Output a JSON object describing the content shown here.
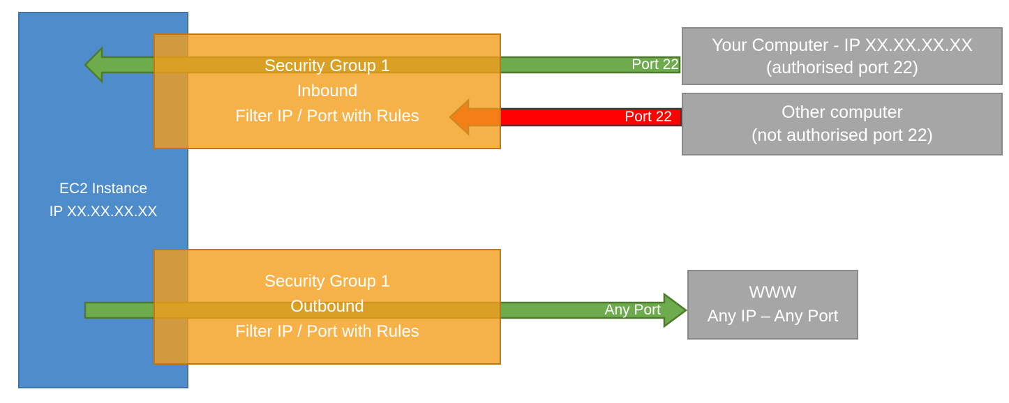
{
  "ec2_instance": {
    "line1": "EC2 Instance",
    "line2": "IP XX.XX.XX.XX"
  },
  "security_group_inbound": {
    "line1": "Security Group 1",
    "line2": "Inbound",
    "line3": "Filter IP / Port with Rules"
  },
  "security_group_outbound": {
    "line1": "Security Group 1",
    "line2": "Outbound",
    "line3": "Filter IP / Port with Rules"
  },
  "your_computer": {
    "line1": "Your Computer - IP XX.XX.XX.XX",
    "line2": "(authorised port 22)"
  },
  "other_computer": {
    "line1": "Other computer",
    "line2": "(not authorised port 22)"
  },
  "www": {
    "line1": "WWW",
    "line2": "Any IP – Any Port"
  },
  "arrow_labels": {
    "inbound_allowed": "Port 22",
    "inbound_blocked": "Port 22",
    "outbound": "Any Port"
  },
  "colors": {
    "ec2_blue": "#4E8CCB",
    "security_group_orange": "#F49E1B",
    "allowed_green": "#6DAB4C",
    "blocked_red": "#FE0202",
    "external_gray": "#A6A6A6"
  }
}
